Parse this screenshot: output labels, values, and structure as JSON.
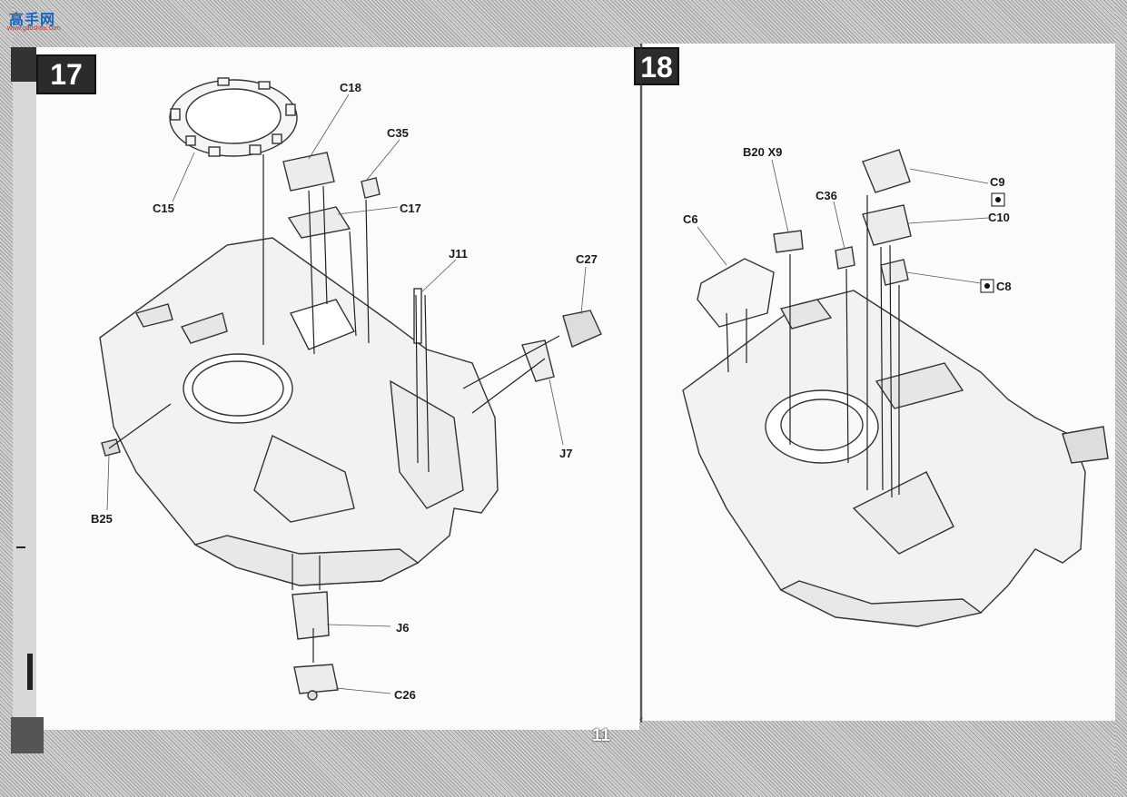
{
  "watermark": {
    "text": "高手网",
    "sub": "www.gaoshou.com"
  },
  "page_number": "11",
  "step17": {
    "number": "17",
    "labels": {
      "c15": "C15",
      "c18": "C18",
      "c35": "C35",
      "c17": "C17",
      "j11": "J11",
      "c27": "C27",
      "j7": "J7",
      "b25": "B25",
      "j6": "J6",
      "c26": "C26"
    }
  },
  "step18": {
    "number": "18",
    "labels": {
      "b20x9": "B20 X9",
      "c9": "C9",
      "c36": "C36",
      "c10": "C10",
      "c6": "C6",
      "c8": "C8"
    }
  },
  "icons": [
    "hatched-border",
    "paint-code-icon"
  ]
}
